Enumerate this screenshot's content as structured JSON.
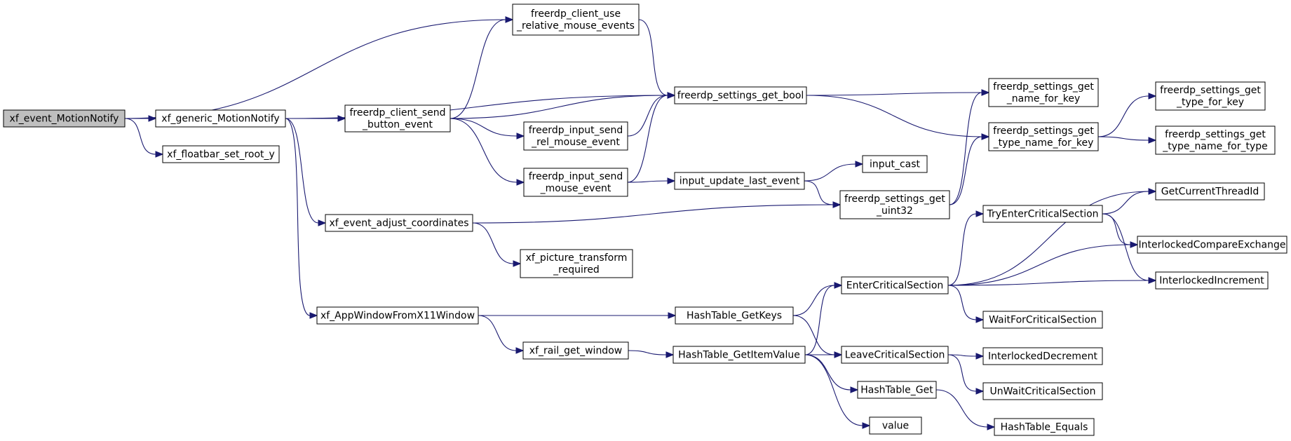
{
  "colors": {
    "edge": "#191970",
    "node_fill": "#ffffff",
    "root_fill": "#bfbfbf",
    "border": "#000000"
  },
  "nodes": [
    {
      "id": "root",
      "lines": [
        "xf_event_MotionNotify"
      ],
      "root": true
    },
    {
      "id": "generic",
      "lines": [
        "xf_generic_MotionNotify"
      ]
    },
    {
      "id": "floatbar",
      "lines": [
        "xf_floatbar_set_root_y"
      ]
    },
    {
      "id": "useRel",
      "lines": [
        "freerdp_client_use",
        "_relative_mouse_events"
      ]
    },
    {
      "id": "sendButton",
      "lines": [
        "freerdp_client_send",
        "_button_event"
      ]
    },
    {
      "id": "getBool",
      "lines": [
        "freerdp_settings_get_bool"
      ]
    },
    {
      "id": "relMouse",
      "lines": [
        "freerdp_input_send",
        "_rel_mouse_event"
      ]
    },
    {
      "id": "mouseEvent",
      "lines": [
        "freerdp_input_send",
        "_mouse_event"
      ]
    },
    {
      "id": "adjust",
      "lines": [
        "xf_event_adjust_coordinates"
      ]
    },
    {
      "id": "picture",
      "lines": [
        "xf_picture_transform",
        "_required"
      ]
    },
    {
      "id": "appWindow",
      "lines": [
        "xf_AppWindowFromX11Window"
      ]
    },
    {
      "id": "railGet",
      "lines": [
        "xf_rail_get_window"
      ]
    },
    {
      "id": "updateLast",
      "lines": [
        "input_update_last_event"
      ]
    },
    {
      "id": "inputCast",
      "lines": [
        "input_cast"
      ]
    },
    {
      "id": "getUint32",
      "lines": [
        "freerdp_settings_get",
        "_uint32"
      ]
    },
    {
      "id": "nameForKey",
      "lines": [
        "freerdp_settings_get",
        "_name_for_key"
      ]
    },
    {
      "id": "typeNameForKey",
      "lines": [
        "freerdp_settings_get",
        "_type_name_for_key"
      ]
    },
    {
      "id": "typeForKey",
      "lines": [
        "freerdp_settings_get",
        "_type_for_key"
      ]
    },
    {
      "id": "typeNameForType",
      "lines": [
        "freerdp_settings_get",
        "_type_name_for_type"
      ]
    },
    {
      "id": "getKeys",
      "lines": [
        "HashTable_GetKeys"
      ]
    },
    {
      "id": "getItemValue",
      "lines": [
        "HashTable_GetItemValue"
      ]
    },
    {
      "id": "enterCS",
      "lines": [
        "EnterCriticalSection"
      ]
    },
    {
      "id": "leaveCS",
      "lines": [
        "LeaveCriticalSection"
      ]
    },
    {
      "id": "htGet",
      "lines": [
        "HashTable_Get"
      ]
    },
    {
      "id": "value",
      "lines": [
        "value"
      ]
    },
    {
      "id": "tryEnter",
      "lines": [
        "TryEnterCriticalSection"
      ]
    },
    {
      "id": "waitCS",
      "lines": [
        "WaitForCriticalSection"
      ]
    },
    {
      "id": "interDec",
      "lines": [
        "InterlockedDecrement"
      ]
    },
    {
      "id": "unwaitCS",
      "lines": [
        "UnWaitCriticalSection"
      ]
    },
    {
      "id": "htEquals",
      "lines": [
        "HashTable_Equals"
      ]
    },
    {
      "id": "currentThread",
      "lines": [
        "GetCurrentThreadId"
      ]
    },
    {
      "id": "interCmpX",
      "lines": [
        "InterlockedCompareExchange"
      ]
    },
    {
      "id": "interInc",
      "lines": [
        "InterlockedIncrement"
      ]
    }
  ],
  "edges": [
    [
      "root",
      "generic"
    ],
    [
      "root",
      "floatbar"
    ],
    [
      "root",
      "useRel"
    ],
    [
      "generic",
      "sendButton"
    ],
    [
      "generic",
      "getBool"
    ],
    [
      "generic",
      "adjust"
    ],
    [
      "generic",
      "appWindow"
    ],
    [
      "useRel",
      "getBool"
    ],
    [
      "sendButton",
      "useRel"
    ],
    [
      "sendButton",
      "getBool"
    ],
    [
      "sendButton",
      "relMouse"
    ],
    [
      "sendButton",
      "mouseEvent"
    ],
    [
      "relMouse",
      "getBool"
    ],
    [
      "mouseEvent",
      "getBool"
    ],
    [
      "mouseEvent",
      "updateLast"
    ],
    [
      "getBool",
      "nameForKey"
    ],
    [
      "getBool",
      "typeNameForKey"
    ],
    [
      "updateLast",
      "inputCast"
    ],
    [
      "updateLast",
      "getUint32"
    ],
    [
      "adjust",
      "picture"
    ],
    [
      "adjust",
      "getUint32"
    ],
    [
      "getUint32",
      "nameForKey"
    ],
    [
      "getUint32",
      "typeNameForKey"
    ],
    [
      "typeNameForKey",
      "typeForKey"
    ],
    [
      "typeNameForKey",
      "typeNameForType"
    ],
    [
      "appWindow",
      "getKeys"
    ],
    [
      "appWindow",
      "railGet"
    ],
    [
      "railGet",
      "getItemValue"
    ],
    [
      "getKeys",
      "enterCS"
    ],
    [
      "getKeys",
      "leaveCS"
    ],
    [
      "getItemValue",
      "enterCS"
    ],
    [
      "getItemValue",
      "leaveCS"
    ],
    [
      "getItemValue",
      "htGet"
    ],
    [
      "getItemValue",
      "value"
    ],
    [
      "enterCS",
      "currentThread"
    ],
    [
      "enterCS",
      "tryEnter"
    ],
    [
      "enterCS",
      "interCmpX"
    ],
    [
      "enterCS",
      "interInc"
    ],
    [
      "enterCS",
      "waitCS"
    ],
    [
      "tryEnter",
      "currentThread"
    ],
    [
      "tryEnter",
      "interCmpX"
    ],
    [
      "tryEnter",
      "interInc"
    ],
    [
      "leaveCS",
      "interDec"
    ],
    [
      "leaveCS",
      "unwaitCS"
    ],
    [
      "htGet",
      "htEquals"
    ]
  ]
}
